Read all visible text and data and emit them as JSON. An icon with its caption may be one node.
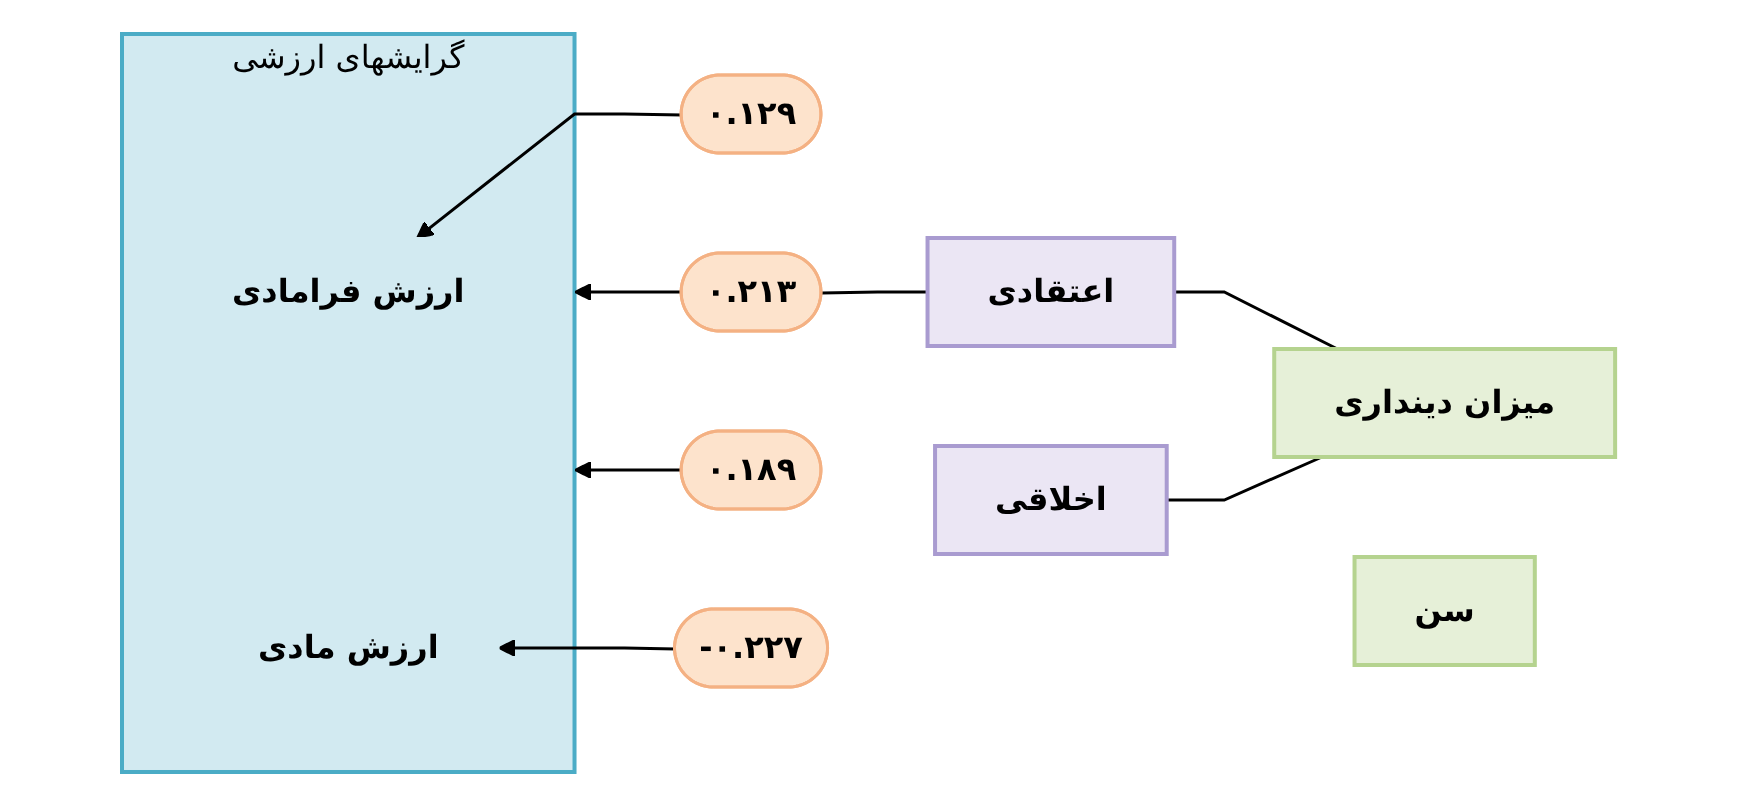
{
  "diagram": {
    "nodes": [
      {
        "text": [
          "۰.۲۱۳"
        ]
      },
      {
        "text": [
          "گرایشهای ارزشی"
        ]
      },
      {
        "text": [
          "ارزش فرامادی"
        ],
        "in": 1
      },
      {
        "text": [
          "ارزش مادی"
        ],
        "in": 1
      },
      {
        "text": [
          "اعتقادی"
        ]
      },
      {
        "text": [
          "۰.۱۸۹"
        ]
      },
      {
        "text": [
          "میزان دینداری"
        ]
      },
      {
        "text": [
          "اخلاقی"
        ]
      },
      {
        "text": [
          "۰.۱۲۹"
        ]
      },
      {
        "text": [
          "سن"
        ]
      },
      {
        "text": [
          "-۰.۲۲۷"
        ]
      }
    ],
    "edges": [
      {
        "from": 4,
        "to": 0,
        "arrow": "none"
      },
      {
        "from": 0,
        "to": 1,
        "arrow": "to"
      },
      {
        "from": 5,
        "to": 1,
        "arrow": "to"
      },
      {
        "from": 8,
        "to": 2,
        "arrow": "to"
      },
      {
        "from": 10,
        "to": 3,
        "arrow": "to"
      },
      {
        "from": 6,
        "to": 4,
        "arrow": "none"
      },
      {
        "from": 6,
        "to": 7,
        "arrow": "none"
      }
    ]
  }
}
